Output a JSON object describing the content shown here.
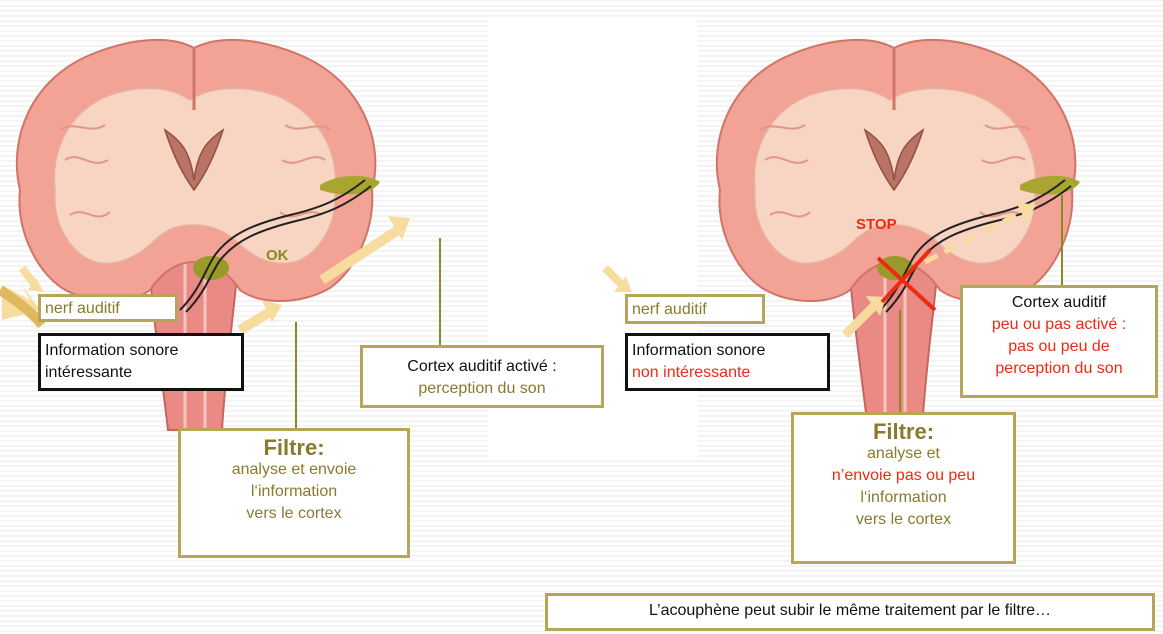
{
  "left": {
    "nerve_label": "nerf auditif",
    "info_line1": "Information sonore",
    "info_line2": "intéressante",
    "ok_label": "OK",
    "cortex_line1": "Cortex auditif activé :",
    "cortex_line2": "perception du son",
    "filter_title": "Filtre:",
    "filter_line1": "analyse et envoie",
    "filter_line2": "l‘information",
    "filter_line3": "vers le cortex"
  },
  "right": {
    "nerve_label": "nerf auditif",
    "info_line1": "Information sonore",
    "info_line2": "non intéressante",
    "stop_label": "STOP",
    "cortex_line1": "Cortex  auditif",
    "cortex_line2": "peu ou pas activé :",
    "cortex_line3": "pas ou peu de",
    "cortex_line4": "perception du son",
    "filter_title": "Filtre:",
    "filter_line1": "analyse et",
    "filter_line2": "n’envoie pas ou peu",
    "filter_line3": "l‘information",
    "filter_line4": "vers le cortex"
  },
  "footer": {
    "note": "L’acouphène peut subir le même traitement par le filtre…"
  },
  "colors": {
    "olive_border": "#b5a65a",
    "olive_text": "#8a7a2e",
    "red_text": "#ee2a12",
    "brain_pink": "#f19a8c",
    "arrow_yellow": "#f6dc9e"
  }
}
